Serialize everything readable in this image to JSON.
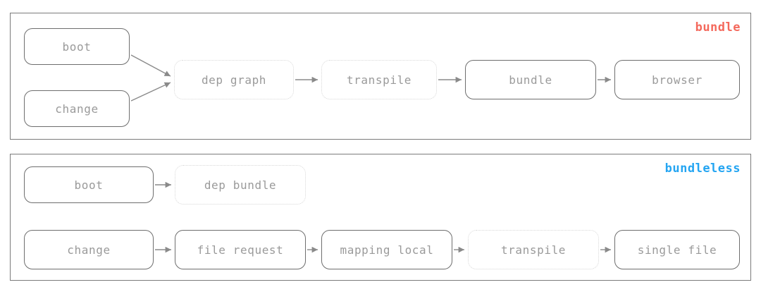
{
  "diagram": {
    "title_hidden": "",
    "colors": {
      "bundle_accent": "#f4695c",
      "bundleless_accent": "#24a5f2",
      "node_text": "#9a9a9a",
      "node_border_solid": "#6e6e6e",
      "node_border_dotted": "#d8d8d8",
      "panel_border": "#7b7b7b",
      "arrow": "#8a8a8a",
      "background": "#ffffff"
    },
    "panels": [
      {
        "id": "bundle",
        "label": "bundle",
        "nodes": [
          {
            "id": "boot",
            "label": "boot",
            "style": "solid"
          },
          {
            "id": "change",
            "label": "change",
            "style": "solid"
          },
          {
            "id": "dep-graph",
            "label": "dep graph",
            "style": "dotted"
          },
          {
            "id": "transpile",
            "label": "transpile",
            "style": "dotted"
          },
          {
            "id": "bundle",
            "label": "bundle",
            "style": "solid"
          },
          {
            "id": "browser",
            "label": "browser",
            "style": "solid"
          }
        ],
        "edges": [
          {
            "from": "boot",
            "to": "dep-graph"
          },
          {
            "from": "change",
            "to": "dep-graph"
          },
          {
            "from": "dep-graph",
            "to": "transpile"
          },
          {
            "from": "transpile",
            "to": "bundle"
          },
          {
            "from": "bundle",
            "to": "browser"
          }
        ]
      },
      {
        "id": "bundleless",
        "label": "bundleless",
        "nodes": [
          {
            "id": "boot",
            "label": "boot",
            "style": "solid"
          },
          {
            "id": "dep-bundle",
            "label": "dep bundle",
            "style": "dotted"
          },
          {
            "id": "change",
            "label": "change",
            "style": "solid"
          },
          {
            "id": "file-request",
            "label": "file request",
            "style": "solid"
          },
          {
            "id": "mapping-local",
            "label": "mapping local",
            "style": "solid"
          },
          {
            "id": "transpile",
            "label": "transpile",
            "style": "dotted"
          },
          {
            "id": "single-file",
            "label": "single file",
            "style": "solid"
          }
        ],
        "edges": [
          {
            "from": "boot",
            "to": "dep-bundle"
          },
          {
            "from": "change",
            "to": "file-request"
          },
          {
            "from": "file-request",
            "to": "mapping-local"
          },
          {
            "from": "mapping-local",
            "to": "transpile"
          },
          {
            "from": "transpile",
            "to": "single-file"
          }
        ]
      }
    ]
  }
}
